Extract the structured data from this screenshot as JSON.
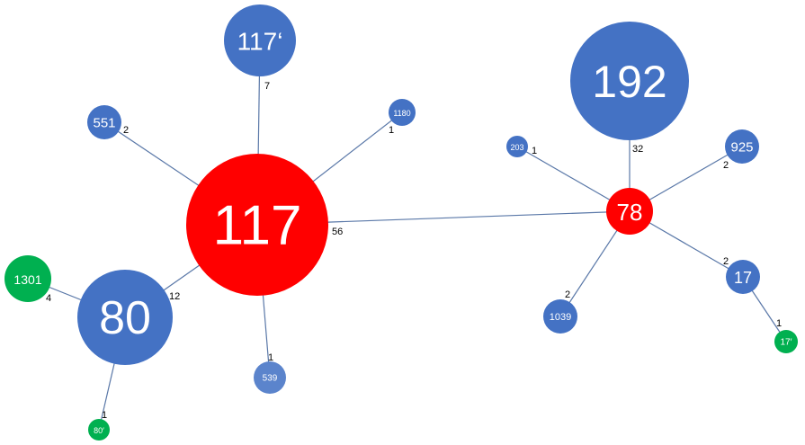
{
  "colors": {
    "blue": "#4472C4",
    "red": "#FF0000",
    "green": "#00B050",
    "light_blue": "#5B84CC"
  },
  "nodes": [
    {
      "id": "n117",
      "label": "117",
      "color": "red"
    },
    {
      "id": "n117p",
      "label": "117‘",
      "color": "blue"
    },
    {
      "id": "n551",
      "label": "551",
      "color": "blue"
    },
    {
      "id": "n1180",
      "label": "1180",
      "color": "blue"
    },
    {
      "id": "n80",
      "label": "80",
      "color": "blue"
    },
    {
      "id": "n1301",
      "label": "1301",
      "color": "green"
    },
    {
      "id": "n80p",
      "label": "80′",
      "color": "green"
    },
    {
      "id": "n539",
      "label": "539",
      "color": "light_blue"
    },
    {
      "id": "n78",
      "label": "78",
      "color": "red"
    },
    {
      "id": "n192",
      "label": "192",
      "color": "blue"
    },
    {
      "id": "n203",
      "label": "203",
      "color": "blue"
    },
    {
      "id": "n925",
      "label": "925",
      "color": "blue"
    },
    {
      "id": "n17",
      "label": "17",
      "color": "blue"
    },
    {
      "id": "n17p",
      "label": "17′",
      "color": "green"
    },
    {
      "id": "n1039",
      "label": "1039",
      "color": "blue"
    }
  ],
  "edges": [
    {
      "from": "n117",
      "to": "n117p",
      "weight": "7"
    },
    {
      "from": "n117",
      "to": "n551",
      "weight": "2"
    },
    {
      "from": "n117",
      "to": "n1180",
      "weight": "1"
    },
    {
      "from": "n117",
      "to": "n78",
      "weight": "56"
    },
    {
      "from": "n117",
      "to": "n80",
      "weight": "12"
    },
    {
      "from": "n80",
      "to": "n1301",
      "weight": "4"
    },
    {
      "from": "n80",
      "to": "n80p",
      "weight": "1"
    },
    {
      "from": "n117",
      "to": "n539",
      "weight": "1"
    },
    {
      "from": "n78",
      "to": "n192",
      "weight": "32"
    },
    {
      "from": "n78",
      "to": "n203",
      "weight": "1"
    },
    {
      "from": "n78",
      "to": "n925",
      "weight": "2"
    },
    {
      "from": "n78",
      "to": "n1039",
      "weight": "2"
    },
    {
      "from": "n78",
      "to": "n17",
      "weight": "2"
    },
    {
      "from": "n17",
      "to": "n17p",
      "weight": "1"
    }
  ]
}
